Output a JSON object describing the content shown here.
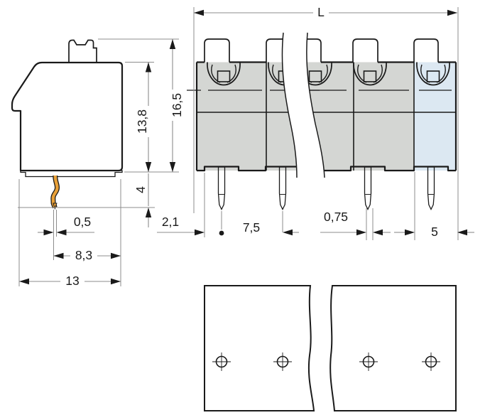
{
  "document": {
    "type": "technical dimensional drawing",
    "subject": "PCB terminal block with push-buttons, solder pins and drilling plan"
  },
  "colors": {
    "paper": "#ffffff",
    "housing": "#d4d6d3",
    "end_section": "#dce8f2",
    "contact": "#e8a038",
    "outline": "#1a1a1a",
    "dim": "#8c8c8c",
    "text": "#1a1a1a"
  },
  "dimensions": {
    "total_length": "L",
    "total_height": "16,5",
    "housing_height": "13,8",
    "pin_protrusion": "4",
    "pin_thickness": "0,5",
    "pin_to_edge": "8,3",
    "housing_depth": "13",
    "edge_to_first_pin": "2,1",
    "pin_pitch": "7,5",
    "pin_width": "0,75",
    "end_section_width": "5"
  }
}
